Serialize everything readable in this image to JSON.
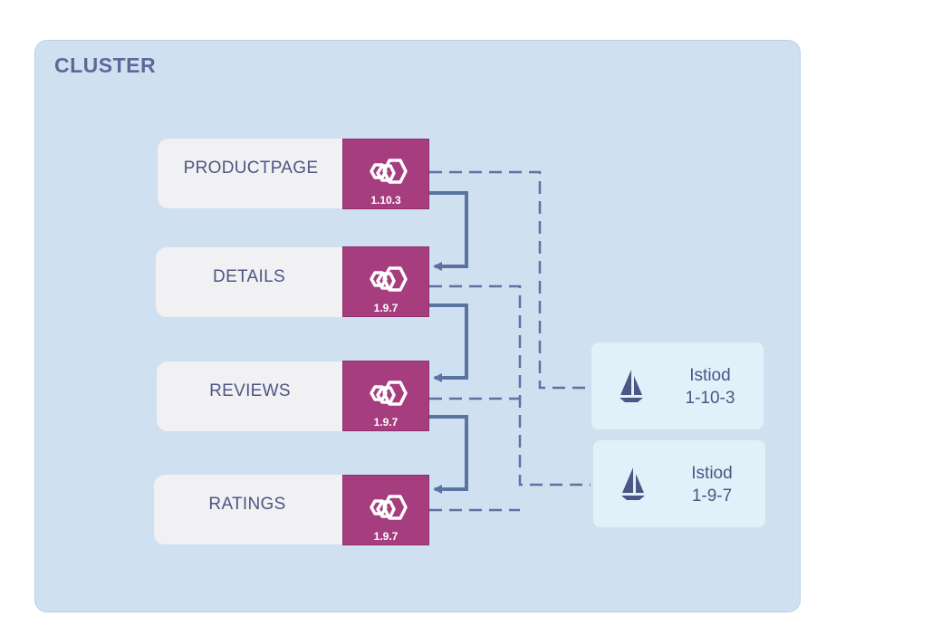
{
  "cluster": {
    "title": "CLUSTER"
  },
  "services": [
    {
      "name": "PRODUCTPAGE",
      "proxy_version": "1.10.3"
    },
    {
      "name": "DETAILS",
      "proxy_version": "1.9.7"
    },
    {
      "name": "REVIEWS",
      "proxy_version": "1.9.7"
    },
    {
      "name": "RATINGS",
      "proxy_version": "1.9.7"
    }
  ],
  "control_planes": [
    {
      "name": "Istiod",
      "revision": "1-10-3"
    },
    {
      "name": "Istiod",
      "revision": "1-9-7"
    }
  ],
  "colors": {
    "cluster_bg": "#cfe0f0",
    "service_bg": "#f1f1f3",
    "proxy_bg": "#a63d7f",
    "istiod_bg": "#e2f1f9",
    "connector": "#5a73a0",
    "text": "#4d5585"
  },
  "icons": {
    "proxy": "envoy-hexagon-icon",
    "control_plane": "istio-sail-icon"
  }
}
